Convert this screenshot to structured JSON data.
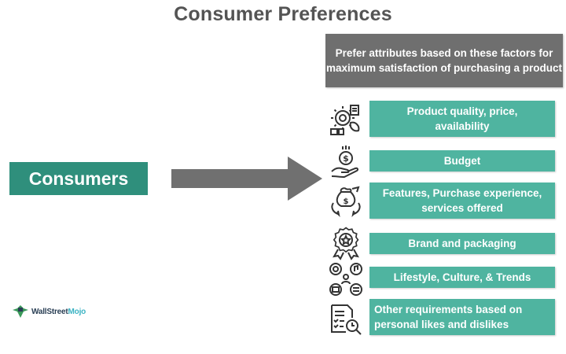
{
  "title": "Consumer Preferences",
  "header_box": {
    "text": "Prefer attributes based on these factors for maximum satisfaction of purchasing a product"
  },
  "consumers_label": "Consumers",
  "factors": [
    {
      "label": "Product quality, price, availability",
      "icon": "quality-gear-icon"
    },
    {
      "label": "Budget",
      "icon": "money-hand-icon"
    },
    {
      "label": "Features, Purchase experience, services offered",
      "icon": "money-bag-arrows-icon"
    },
    {
      "label": "Brand and packaging",
      "icon": "award-badge-icon"
    },
    {
      "label": "Lifestyle, Culture, & Trends",
      "icon": "lifestyle-network-icon"
    },
    {
      "label": "Other requirements based on personal likes and dislikes",
      "icon": "checklist-magnifier-icon"
    }
  ],
  "logo": {
    "part1": "WallStreet",
    "part2": "Mojo"
  },
  "colors": {
    "title": "#545454",
    "header_box": "#6f6f6f",
    "consumers_box": "#2f8f7c",
    "factor_box": "#4fb4a0",
    "arrow": "#707070"
  }
}
